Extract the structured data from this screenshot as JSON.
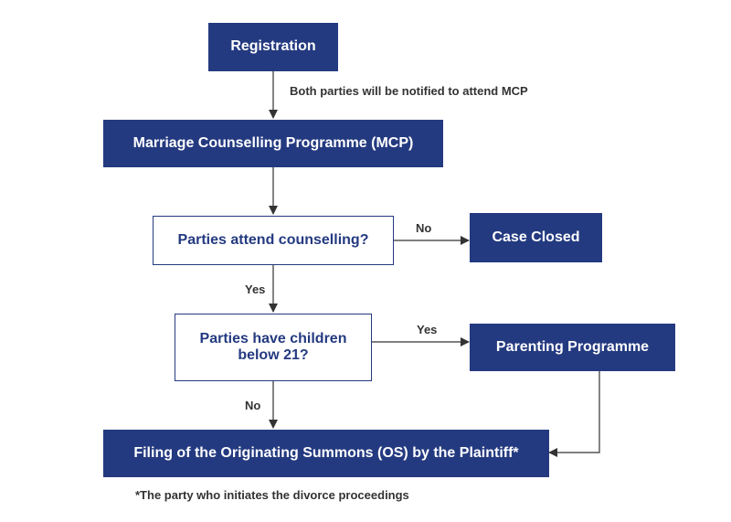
{
  "colors": {
    "node_fill": "#243a80",
    "node_text_on_fill": "#ffffff",
    "decision_text": "#243a80",
    "connector": "#333333",
    "label_text": "#333333"
  },
  "nodes": {
    "registration": "Registration",
    "mcp": "Marriage Counselling Programme (MCP)",
    "attend_counselling": "Parties attend counselling?",
    "case_closed": "Case Closed",
    "children_line1": "Parties have children",
    "children_line2": "below 21?",
    "parenting_programme": "Parenting Programme",
    "filing_os": "Filing of the Originating Summons (OS) by the Plaintiff*"
  },
  "edge_labels": {
    "registration_to_mcp": "Both parties will be notified to attend MCP",
    "attend_no": "No",
    "attend_yes": "Yes",
    "children_yes": "Yes",
    "children_no": "No"
  },
  "footnote": "*The party who initiates the divorce proceedings"
}
